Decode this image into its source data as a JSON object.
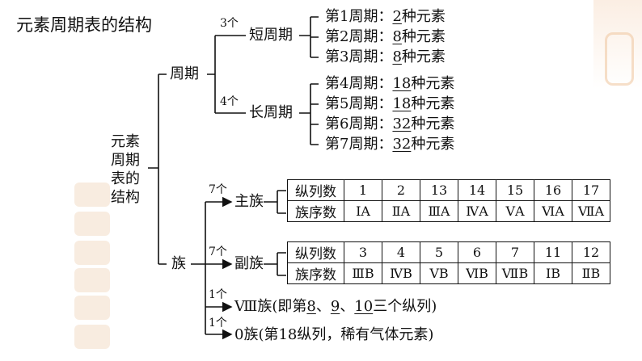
{
  "title": "元素周期表的结构",
  "root": [
    "元素",
    "周期",
    "表的",
    "结构"
  ],
  "period": {
    "label": "周期",
    "short": {
      "count": "3个",
      "label": "短周期",
      "items": [
        {
          "pre": "第1周期：",
          "num": "2",
          "post": "种元素"
        },
        {
          "pre": "第2周期：",
          "num": "8",
          "post": "种元素"
        },
        {
          "pre": "第3周期：",
          "num": "8",
          "post": "种元素"
        }
      ]
    },
    "long": {
      "count": "4个",
      "label": "长周期",
      "items": [
        {
          "pre": "第4周期：",
          "num": "18",
          "post": "种元素"
        },
        {
          "pre": "第5周期：",
          "num": "18",
          "post": "种元素"
        },
        {
          "pre": "第6周期：",
          "num": "32",
          "post": "种元素"
        },
        {
          "pre": "第7周期：",
          "num": "32",
          "post": "种元素"
        }
      ]
    }
  },
  "group": {
    "label": "族",
    "main": {
      "count": "7个",
      "label": "主族",
      "row1_head": "纵列数",
      "row2_head": "族序数",
      "columns": [
        "1",
        "2",
        "13",
        "14",
        "15",
        "16",
        "17"
      ],
      "groups": [
        "ⅠA",
        "ⅡA",
        "ⅢA",
        "ⅣA",
        "ⅤA",
        "ⅥA",
        "ⅦA"
      ]
    },
    "sub": {
      "count": "7个",
      "label": "副族",
      "row1_head": "纵列数",
      "row2_head": "族序数",
      "columns": [
        "3",
        "4",
        "5",
        "6",
        "7",
        "11",
        "12"
      ],
      "groups": [
        "ⅢB",
        "ⅣB",
        "ⅤB",
        "ⅥB",
        "ⅦB",
        "ⅠB",
        "ⅡB"
      ]
    },
    "viii": {
      "count": "1个",
      "label": "Ⅷ族(即第",
      "n1": "8",
      "sep1": "、",
      "n2": "9",
      "sep2": "、",
      "n3": "10",
      "post": "三个纵列)"
    },
    "zero": {
      "count": "1个",
      "label": "0族(第18纵列，稀有气体元素)"
    }
  }
}
